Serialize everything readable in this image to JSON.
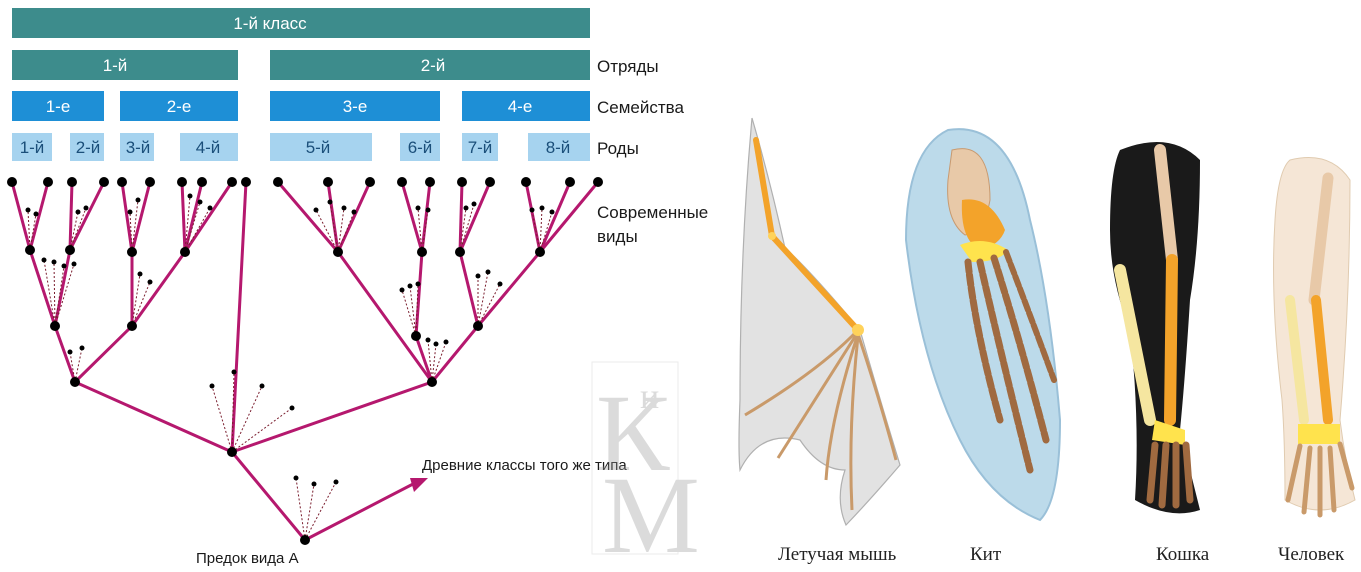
{
  "tree": {
    "bars": {
      "class_label": "1-й класс",
      "orders": [
        "1-й",
        "2-й"
      ],
      "families": [
        "1-е",
        "2-е",
        "3-е",
        "4-е"
      ],
      "genera": [
        "1-й",
        "2-й",
        "3-й",
        "4-й",
        "5-й",
        "6-й",
        "7-й",
        "8-й"
      ]
    },
    "side_labels": {
      "orders": "Отряды",
      "families": "Семейства",
      "genera": "Роды",
      "species_line1": "Современные",
      "species_line2": "виды"
    },
    "annotations": {
      "ancestor": "Предок вида А",
      "ancient_classes": "Древние классы того же типа"
    },
    "colors": {
      "class_bar": "#3d8c8c",
      "order_bar": "#3d8c8c",
      "family_bar": "#1e8fd6",
      "genus_bar": "#a6d3ef",
      "branch": "#b5186e",
      "node": "#000000"
    }
  },
  "limbs": {
    "captions": [
      "Летучая мышь",
      "Кит",
      "Кошка",
      "Человек"
    ]
  },
  "watermark": {
    "letters": "КиМ"
  }
}
